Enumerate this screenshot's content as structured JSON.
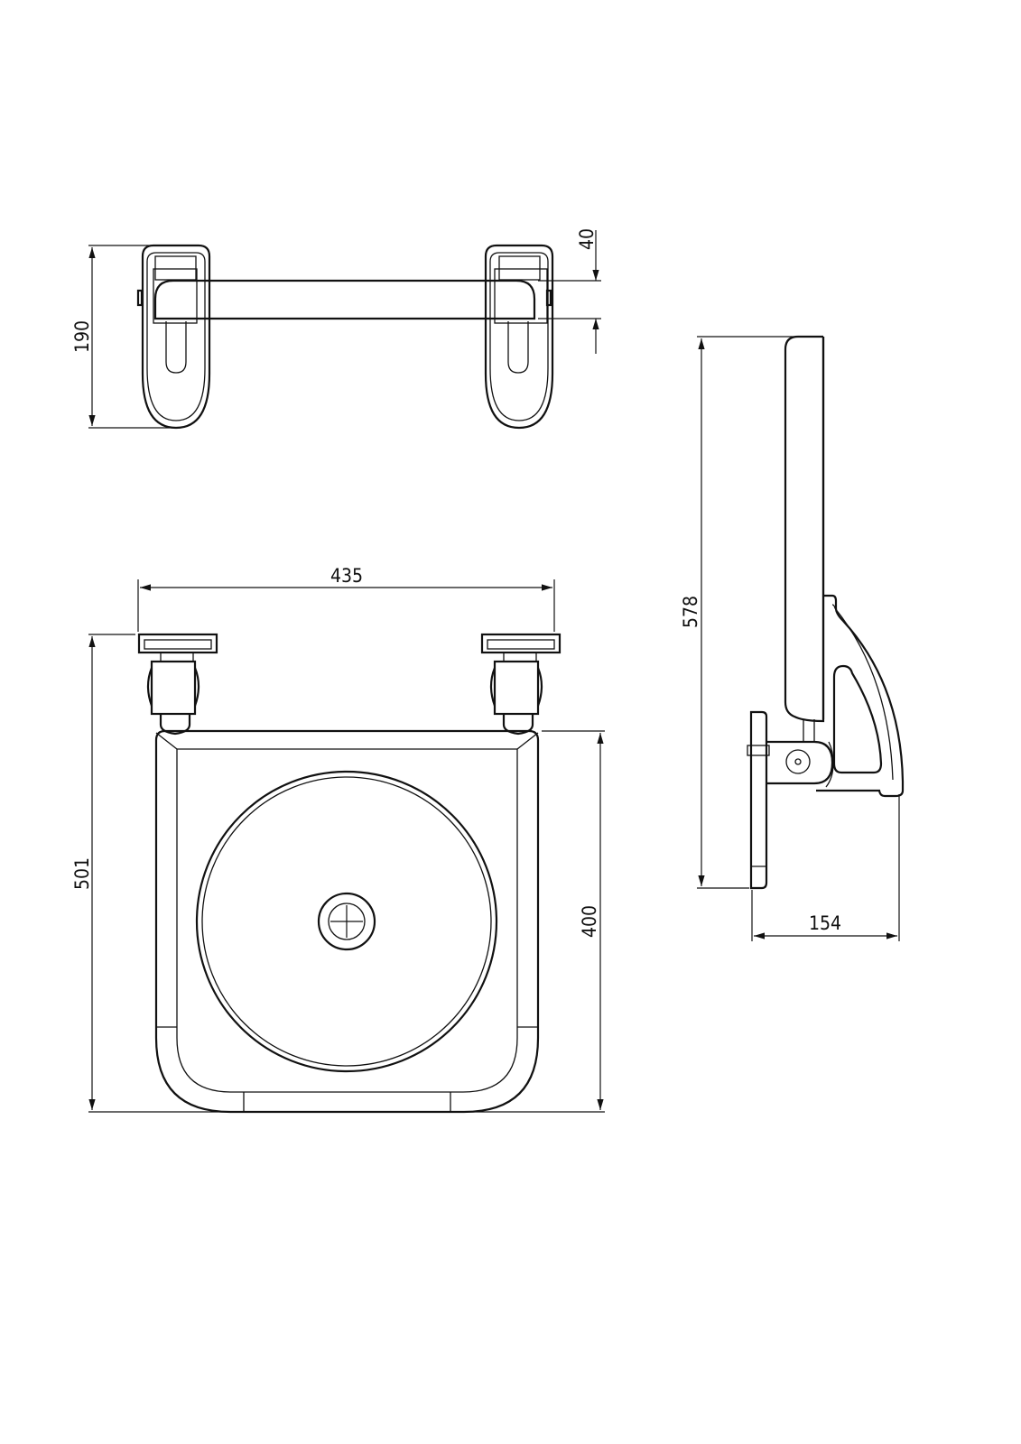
{
  "dimensions": {
    "top_depth": "190",
    "top_bar_thickness": "40",
    "front_width": "435",
    "front_height": "501",
    "seat_depth": "400",
    "side_height": "578",
    "side_projection": "154"
  },
  "colors": {
    "line": "#111111",
    "background": "#ffffff"
  }
}
